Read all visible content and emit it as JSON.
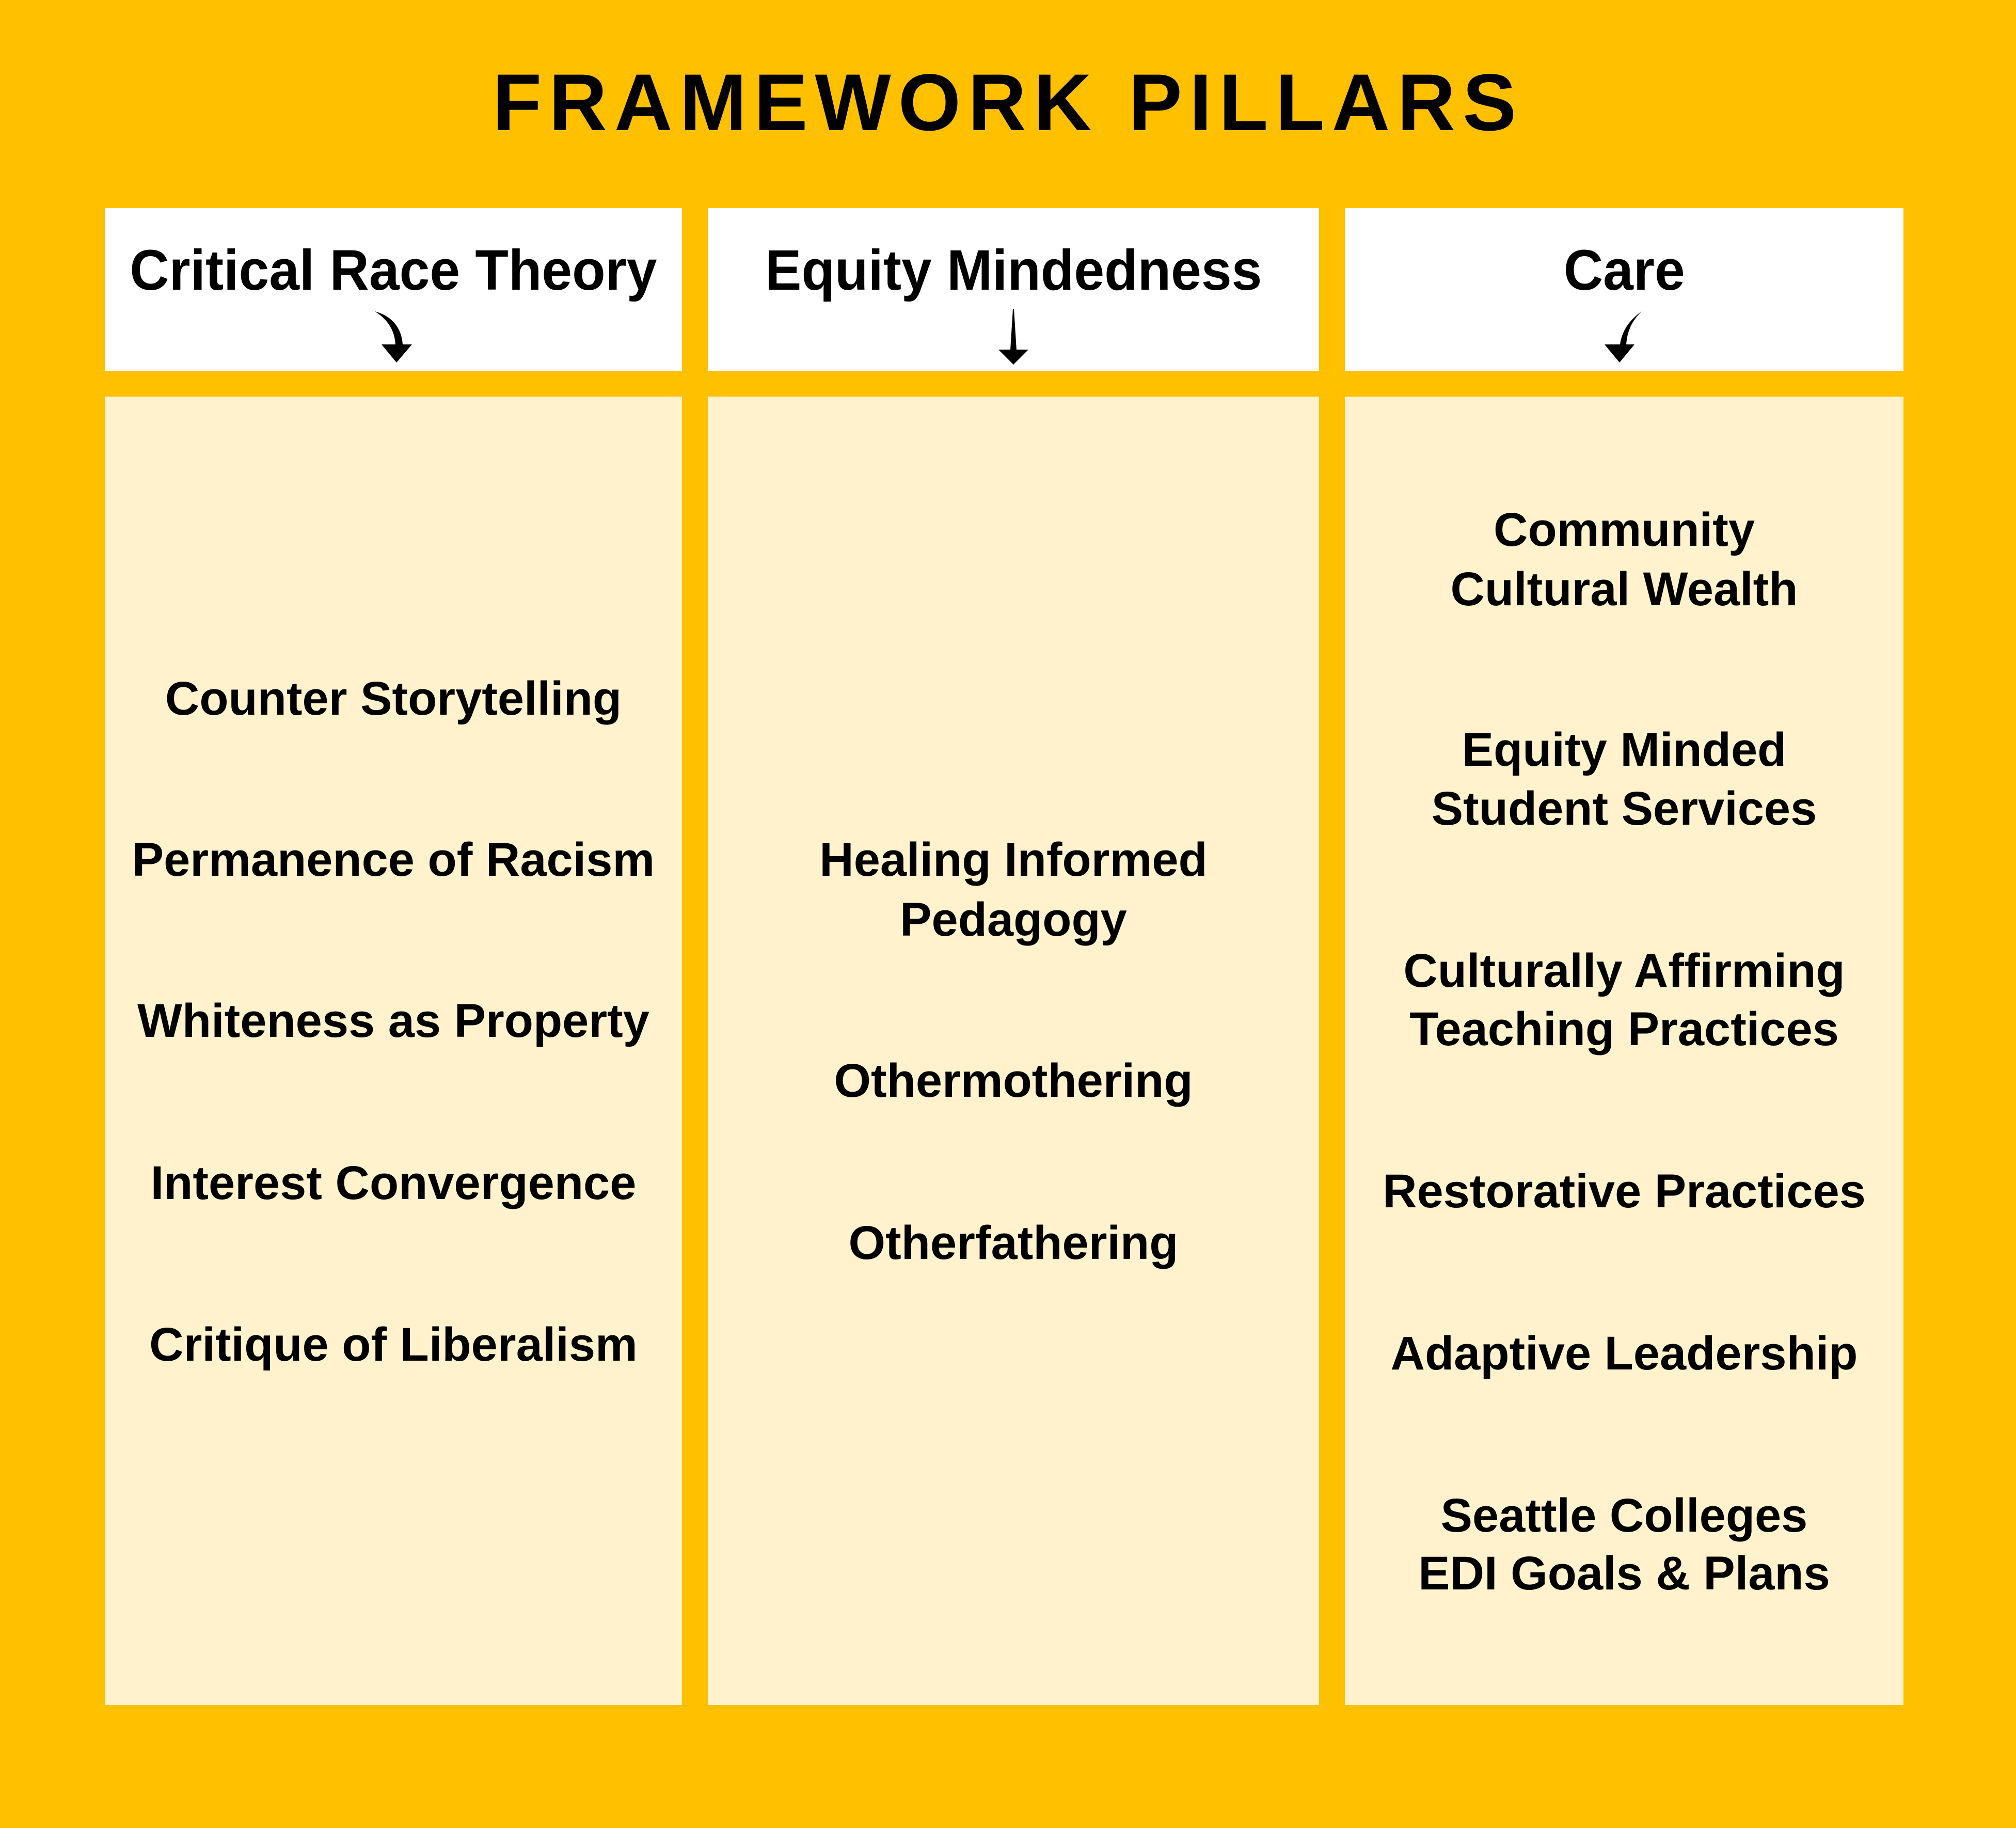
{
  "title": "FRAMEWORK PILLARS",
  "colors": {
    "background": "#FFC000",
    "header_card": "#FFFFFF",
    "body_card": "#FFF2CC",
    "text": "#000000"
  },
  "pillars": [
    {
      "label": "Critical Race Theory",
      "arrow_icon": "curved-arrow-down-right",
      "items": [
        {
          "lines": [
            "Counter Storytelling"
          ]
        },
        {
          "lines": [
            "Permanence of Racism"
          ]
        },
        {
          "lines": [
            "Whiteness as Property"
          ]
        },
        {
          "lines": [
            "Interest Convergence"
          ]
        },
        {
          "lines": [
            "Critique of Liberalism"
          ]
        }
      ]
    },
    {
      "label": "Equity Mindedness",
      "arrow_icon": "straight-arrow-down",
      "items": [
        {
          "lines": [
            "Healing Informed",
            "Pedagogy"
          ]
        },
        {
          "lines": [
            "Othermothering"
          ]
        },
        {
          "lines": [
            "Otherfathering"
          ]
        }
      ]
    },
    {
      "label": "Care",
      "arrow_icon": "curved-arrow-down-left",
      "items": [
        {
          "lines": [
            "Community",
            "Cultural Wealth"
          ]
        },
        {
          "lines": [
            "Equity Minded",
            "Student Services"
          ]
        },
        {
          "lines": [
            "Culturally Affirming",
            "Teaching Practices"
          ]
        },
        {
          "lines": [
            "Restorative Practices"
          ]
        },
        {
          "lines": [
            "Adaptive Leadership"
          ]
        },
        {
          "lines": [
            "Seattle Colleges",
            "EDI Goals & Plans"
          ]
        }
      ]
    }
  ]
}
